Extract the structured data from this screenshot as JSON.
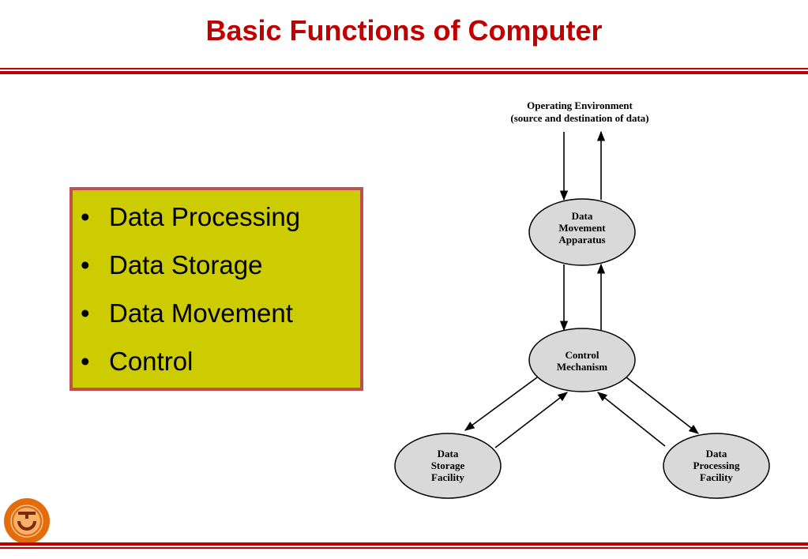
{
  "slide": {
    "title": "Basic Functions of Computer",
    "accent_color": "#c00000",
    "box_fill_color": "#cccc00",
    "box_border_color": "#c0504d"
  },
  "functions": {
    "items": [
      "Data Processing",
      "Data Storage",
      "Data Movement",
      "Control"
    ]
  },
  "diagram": {
    "environment": {
      "line1": "Operating Environment",
      "line2": "(source and destination of data)"
    },
    "nodes": {
      "movement": [
        "Data",
        "Movement",
        "Apparatus"
      ],
      "control": [
        "Control",
        "Mechanism"
      ],
      "storage": [
        "Data",
        "Storage",
        "Facility"
      ],
      "processing": [
        "Data",
        "Processing",
        "Facility"
      ]
    },
    "node_fill_color": "#d9d9d9"
  },
  "logo": {
    "icon": "university-seal-icon",
    "color": "#e46c0a"
  }
}
